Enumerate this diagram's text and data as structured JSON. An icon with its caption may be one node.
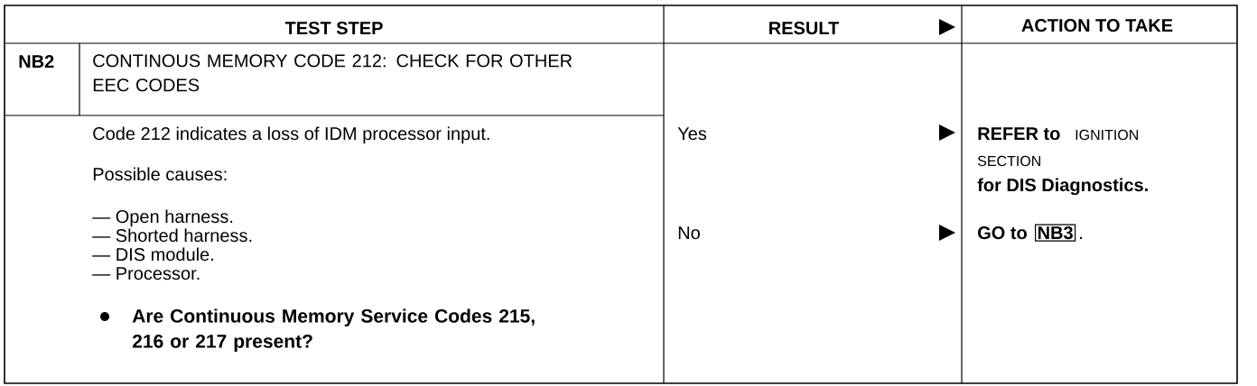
{
  "diagram": {
    "labels": [
      "TEST STEP",
      "RESULT",
      "ACTION TO TAKE",
      "NB2",
      "CONTINOUS MEMORY CODE 212: CHECK FOR OTHER EEC CODES",
      "Code 212 indicates a loss of IDM processor input.",
      "Possible causes:",
      "— Open harness.",
      "— Shorted harness.",
      "— DIS module.",
      "— Processor.",
      "Are Continuous Memory Service Codes 215, 216 or 217 present?",
      "Yes",
      "REFER to",
      "IGNITION",
      "SECTION",
      "for DIS Diagnostics.",
      "No",
      "GO to",
      "NB3",
      "."
    ]
  }
}
